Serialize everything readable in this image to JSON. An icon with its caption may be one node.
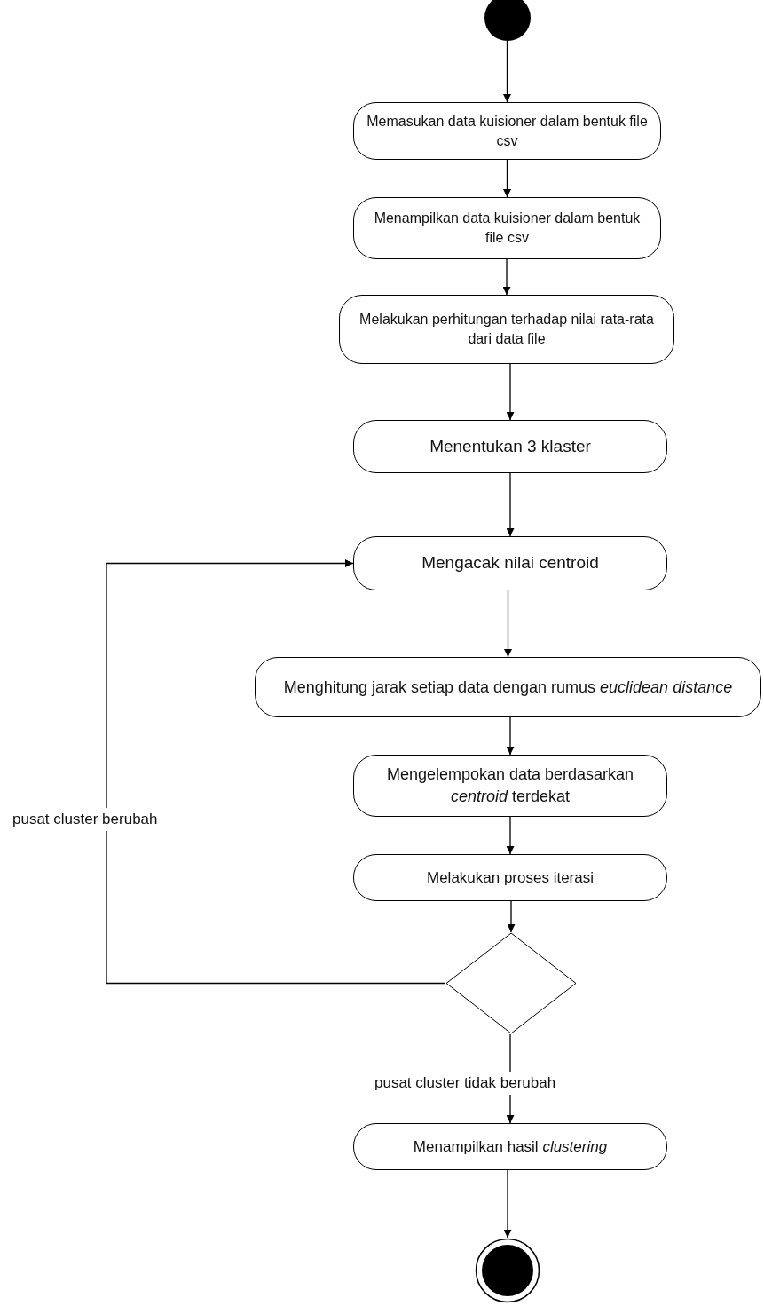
{
  "diagram": {
    "nodes": [
      {
        "text": [],
        "shape": "circle"
      },
      {
        "text": [
          "Memasukan data kuisioner dalam bentuk file csv"
        ]
      },
      {
        "text": [
          "Menampilkan data kuisioner dalam bentuk file csv"
        ]
      },
      {
        "text": [
          "Melakukan perhitungan terhadap nilai rata-rata dari data file"
        ]
      },
      {
        "text": [
          "Menentukan 3 klaster"
        ]
      },
      {
        "text": [
          "Mengacak nilai centroid"
        ]
      },
      {
        "text": [
          "Menghitung jarak setiap data dengan rumus *euclidean distance*"
        ]
      },
      {
        "text": [
          "Mengelempokan data berdasarkan *centroid* terdekat"
        ]
      },
      {
        "text": [
          "Melakukan proses iterasi"
        ]
      },
      {
        "text": [],
        "shape": "diamond"
      },
      {
        "text": [
          "Menampilkan hasil *clustering*"
        ]
      },
      {
        "text": [],
        "shape": "circle"
      }
    ],
    "edges": [
      {
        "from": 0,
        "to": 1,
        "arrow": "to"
      },
      {
        "from": 1,
        "to": 2,
        "arrow": "to"
      },
      {
        "from": 2,
        "to": 3,
        "arrow": "to"
      },
      {
        "from": 3,
        "to": 4,
        "arrow": "to"
      },
      {
        "from": 4,
        "to": 5,
        "arrow": "to"
      },
      {
        "from": 5,
        "to": 6,
        "arrow": "to"
      },
      {
        "from": 6,
        "to": 7,
        "arrow": "to"
      },
      {
        "from": 7,
        "to": 8,
        "arrow": "to"
      },
      {
        "from": 8,
        "to": 9,
        "arrow": "to"
      },
      {
        "from": 9,
        "to": 5,
        "arrow": "to",
        "label": "pusat cluster berubah"
      },
      {
        "from": 9,
        "to": 10,
        "arrow": "to",
        "label": "pusat cluster tidak berubah"
      },
      {
        "from": 10,
        "to": 11,
        "arrow": "to"
      }
    ]
  }
}
